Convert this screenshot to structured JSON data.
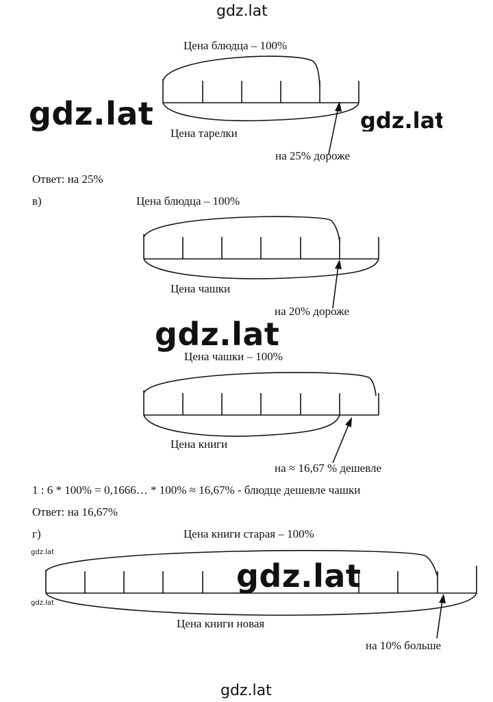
{
  "watermarks": {
    "top": "gdz.lat",
    "bottom": "gdz.lat",
    "big_left": "gdz.lat",
    "right": "gdz.lat",
    "middle": "gdz.lat",
    "lower_big": "gdz.lat",
    "tiny_1": "gdz.lat",
    "tiny_2": "gdz.lat"
  },
  "diagram1": {
    "top_label": "Цена блюдца – 100%",
    "bottom_label": "Цена тарелки",
    "arrow_label": "на 25% дороже"
  },
  "answer1": "Ответ: на 25%",
  "part_v": "в)",
  "diagram2": {
    "top_label": "Цена блюдца – 100%",
    "bottom_label": "Цена чашки",
    "arrow_label": "на 20% дороже"
  },
  "diagram3": {
    "top_label": "Цена чашки – 100%",
    "bottom_label": "Цена книги",
    "arrow_label": "на ≈ 16,67 % дешевле"
  },
  "calculation": "1 : 6 * 100% = 0,1666… * 100% ≈ 16,67% - блюдце дешевле чашки",
  "answer2": "Ответ: на 16,67%",
  "part_g": "г)",
  "diagram4": {
    "top_label": "Цена книги старая – 100%",
    "bottom_label": "Цена книги новая",
    "arrow_label": "на 10% больше"
  }
}
